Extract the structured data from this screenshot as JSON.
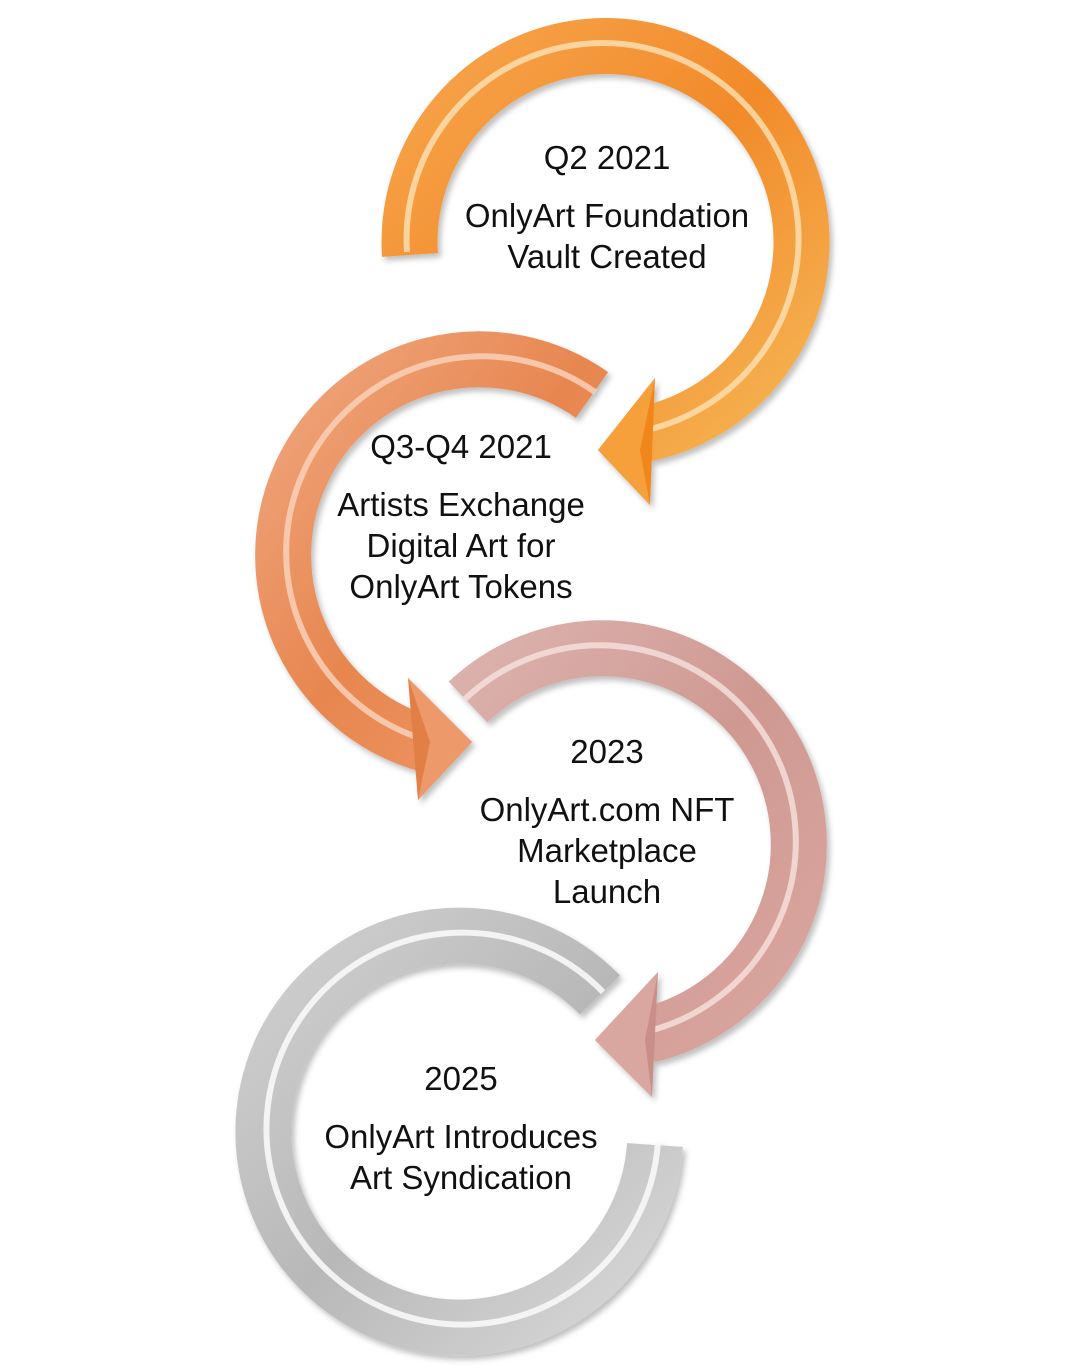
{
  "stages": [
    {
      "date": "Q2 2021",
      "lines": [
        "OnlyArt Foundation",
        "Vault Created"
      ],
      "color": "#f4922e",
      "light": "#fcc57a",
      "dark": "#d96f14"
    },
    {
      "date": "Q3-Q4 2021",
      "lines": [
        "Artists Exchange",
        "Digital Art for",
        "OnlyArt Tokens"
      ],
      "color": "#ea8e5e",
      "light": "#f6bb98",
      "dark": "#cf6a3a"
    },
    {
      "date": "2023",
      "lines": [
        "OnlyArt.com NFT",
        "Marketplace",
        "Launch"
      ],
      "color": "#d2a09b",
      "light": "#edcfca",
      "dark": "#b57c76"
    },
    {
      "date": "2025",
      "lines": [
        "OnlyArt Introduces",
        "Art Syndication"
      ],
      "color": "#bfbfbf",
      "light": "#ececec",
      "dark": "#9a9a9a"
    }
  ]
}
